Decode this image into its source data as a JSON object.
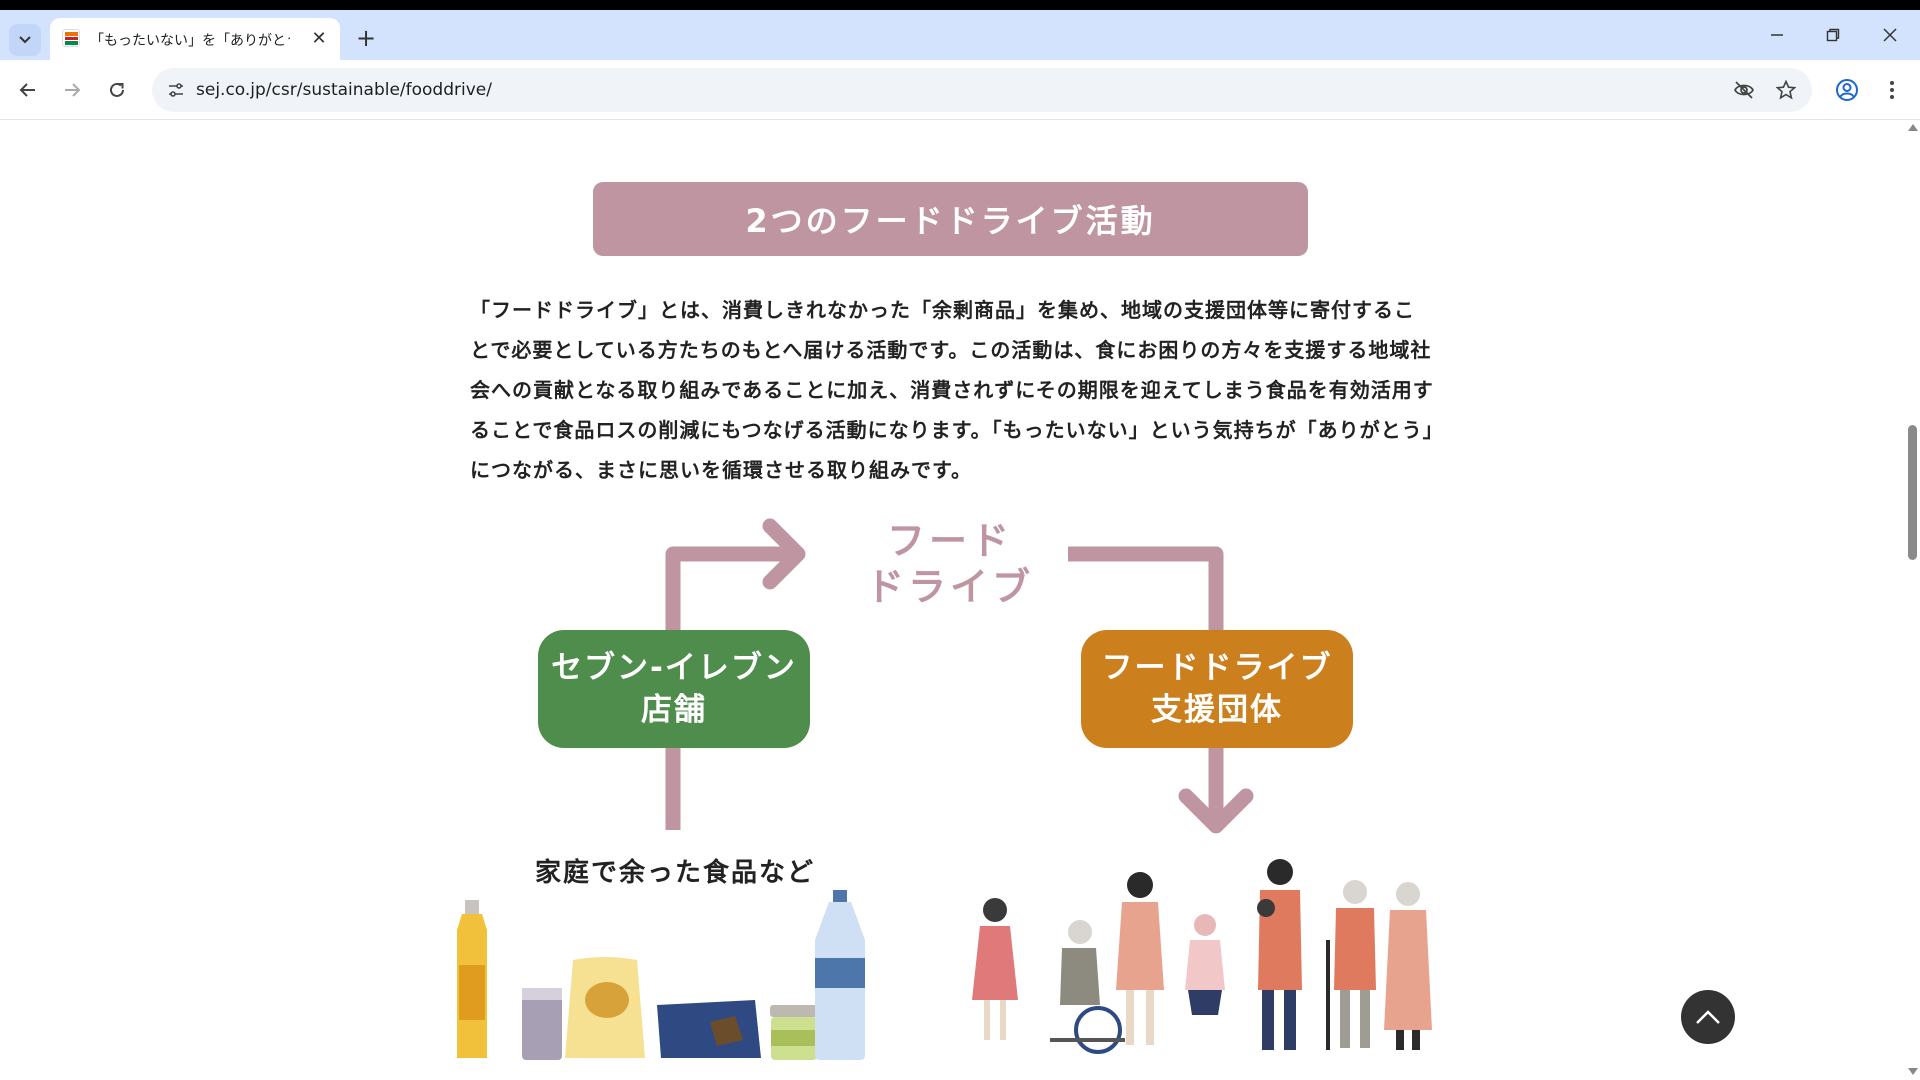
{
  "browser": {
    "tab": {
      "title": "「もったいない」を「ありがとう」に｜セブン‐イレブン"
    },
    "new_tab_label": "+",
    "close_label": "✕",
    "url": "sej.co.jp/csr/sustainable/fooddrive/"
  },
  "page": {
    "heading": "2つのフードドライブ活動",
    "intro": "「フードドライブ」とは、消費しきれなかった「余剰商品」を集め、地域の支援団体等に寄付することで必要としている方たちのもとへ届ける活動です。この活動は、食にお困りの方々を支援する地域社会への貢献となる取り組みであることに加え、消費されずにその期限を迎えてしまう食品を有効活用することで食品ロスの削減にもつなげる活動になります。「もったいない」という気持ちが「ありがとう」につながる、まさに思いを循環させる取り組みです。",
    "diagram": {
      "flow_label_line1": "フード",
      "flow_label_line2": "ドライブ",
      "store_line1": "セブン-イレブン",
      "store_line2": "店舗",
      "org_line1": "フードドライブ",
      "org_line2": "支援団体",
      "food_caption": "家庭で余った食品など"
    }
  },
  "colors": {
    "banner": "#bf95a2",
    "store_green": "#4e8d4b",
    "org_orange": "#cb7f1d",
    "arrow": "#bf95a2"
  },
  "icons": [
    "chevron-down-icon",
    "favicon",
    "close-icon",
    "plus-icon",
    "minimize-icon",
    "restore-icon",
    "back-arrow-icon",
    "forward-arrow-icon",
    "reload-icon",
    "site-info-icon",
    "eye-off-icon",
    "star-icon",
    "profile-icon",
    "kebab-menu-icon",
    "chevron-up-icon"
  ]
}
